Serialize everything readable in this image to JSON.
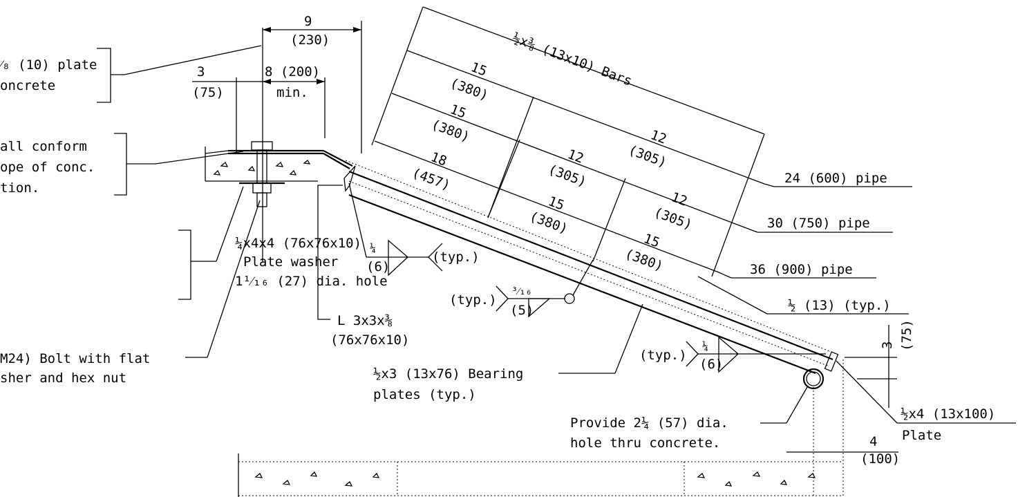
{
  "labels": {
    "plate_note_1": "⁄₈ (10) plate",
    "plate_note_2": "oncrete",
    "dim_9": "9",
    "dim_230": "(230)",
    "dim_3": "3",
    "dim_75": "(75)",
    "dim_8_200": "8 (200)",
    "dim_min": "min.",
    "conform_1": "all conform",
    "conform_2": "ope of conc.",
    "conform_3": "tion.",
    "bars": "½x⅜ (13x10) Bars",
    "d15a": "15",
    "d380a": "(380)",
    "d15b": "15",
    "d380b": "(380)",
    "d18": "18",
    "d457": "(457)",
    "d12a": "12",
    "d305a": "(305)",
    "d12b": "12",
    "d305b": "(305)",
    "d12c": "12",
    "d305c": "(305)",
    "d15c": "15",
    "d380c": "(380)",
    "d15d": "15",
    "d380d": "(380)",
    "pipe24": "24 (600) pipe",
    "pipe30": "30 (750) pipe",
    "pipe36": "36 (900) pipe",
    "typ_half": "½ (13) (typ.)",
    "washer_1": "¼x4x4 (76x76x10)",
    "washer_2": "Plate washer",
    "washer_3": "1¹⁄₁₆ (27) dia. hole",
    "weld1_size": "¼",
    "weld1_mm": "(6)",
    "weld1_typ": "(typ.)",
    "weld2_typ": "(typ.)",
    "weld2_size": "³⁄₁₆",
    "weld2_mm": "(5)",
    "weld3_typ": "(typ.)",
    "weld3_size": "¼",
    "weld3_mm": "(6)",
    "angle_1": "L 3x3x⅜",
    "angle_2": "(76x76x10)",
    "bolt_1": "M24) Bolt with flat",
    "bolt_2": "sher and hex nut",
    "bearing_1": "½x3 (13x76) Bearing",
    "bearing_2": "plates (typ.)",
    "hole_1": "Provide 2¼ (57) dia.",
    "hole_2": "hole thru concrete.",
    "dim_3b": "3",
    "dim_75b": "(75)",
    "plate_1": "½x4 (13x100)",
    "plate_2": "Plate",
    "dim_4": "4",
    "dim_100": "(100)"
  }
}
